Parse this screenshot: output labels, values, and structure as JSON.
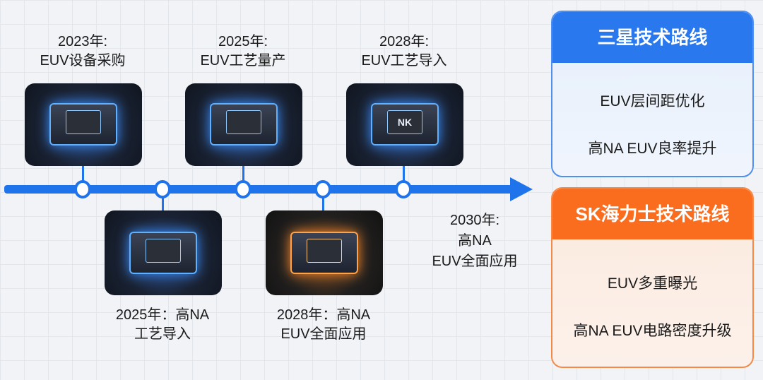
{
  "timeline": {
    "top": [
      {
        "year": "2023年:",
        "text": "EUV设备采购"
      },
      {
        "year": "2025年:",
        "text": "EUV工艺量产"
      },
      {
        "year": "2028年:",
        "text": "EUV工艺导入",
        "chip_mark": "NK"
      }
    ],
    "bottom": [
      {
        "year": "2025年：高NA",
        "text": "工艺导入"
      },
      {
        "year": "2028年：高NA",
        "text": "EUV全面应用"
      }
    ],
    "end": {
      "year": "2030年:",
      "line1": "高NA",
      "line2": "EUV全面应用"
    }
  },
  "samsung": {
    "title": "三星技术路线",
    "items": [
      "EUV层间距优化",
      "高NA EUV良率提升"
    ]
  },
  "hynix": {
    "title": "SK海力士技术路线",
    "items": [
      "EUV多重曝光",
      "高NA EUV电路密度升级"
    ]
  },
  "colors": {
    "timeline": "#1f74ec",
    "samsung": "#2a78ee",
    "hynix": "#fa6d1e"
  }
}
